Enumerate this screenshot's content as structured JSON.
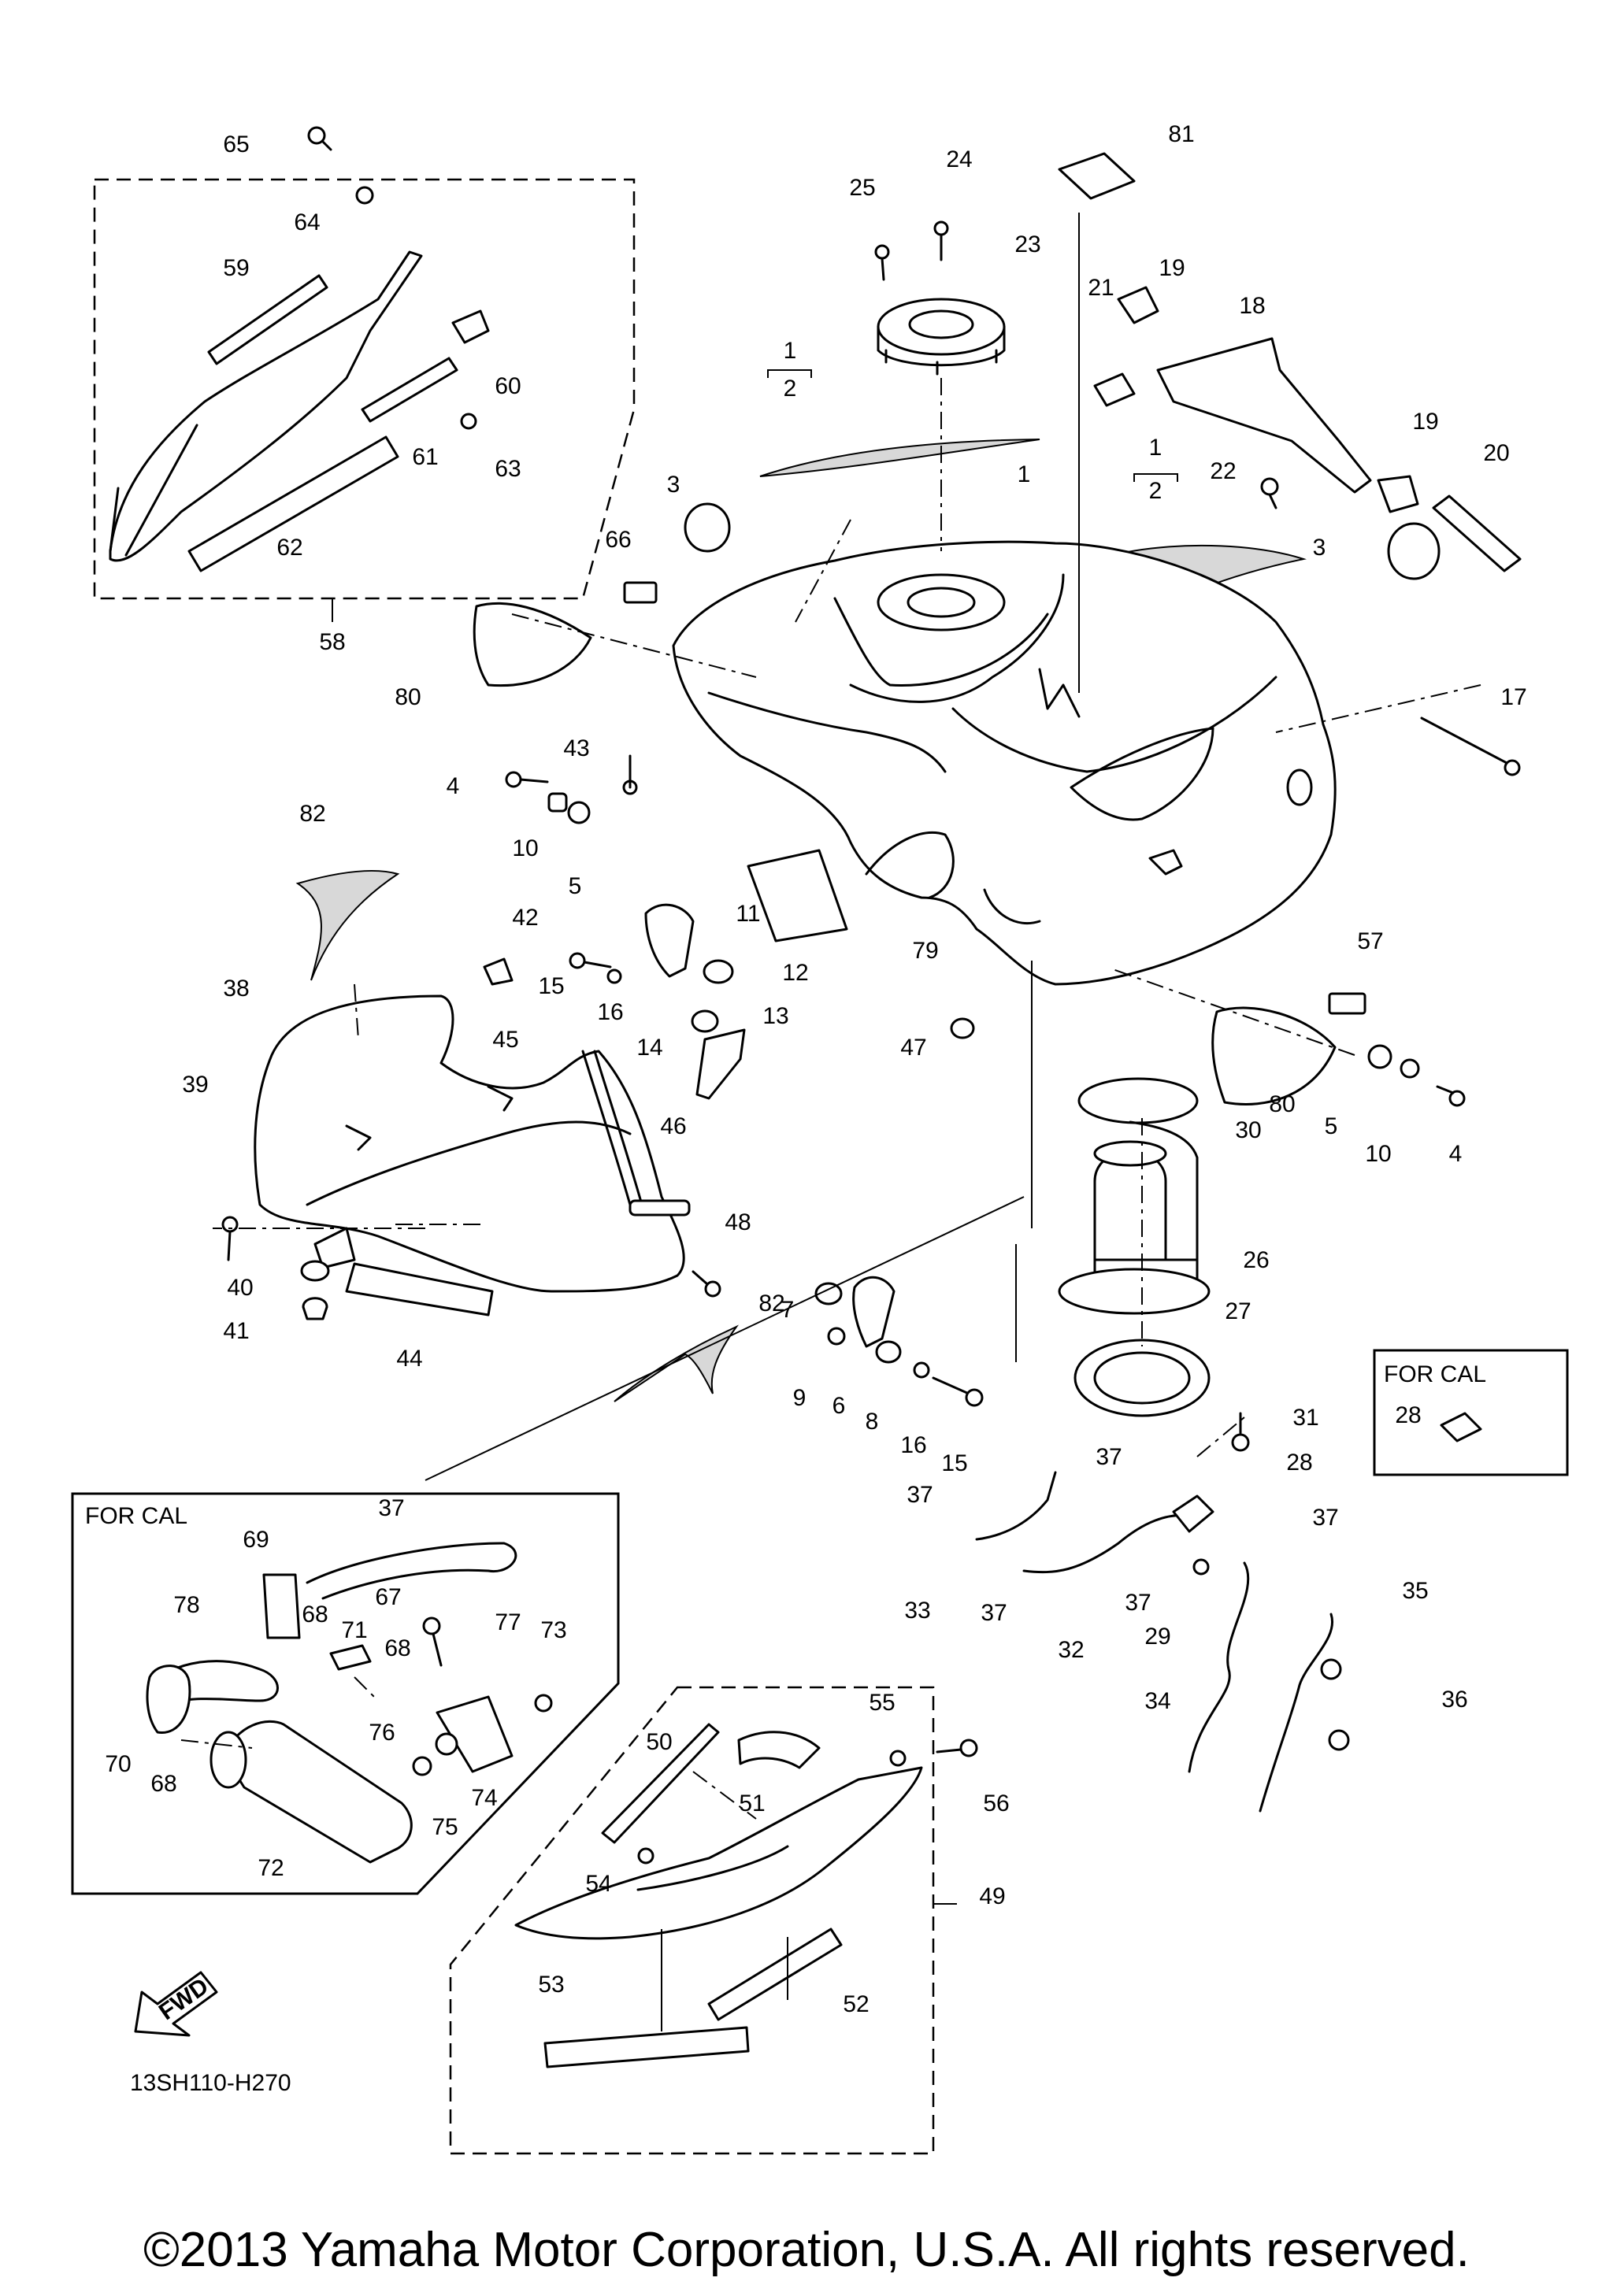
{
  "diagram": {
    "copyright": "©2013 Yamaha Motor Corporation, U.S.A. All rights reserved.",
    "drawing_code": "13SH110-H270",
    "fwd_label": "FWD",
    "for_cal_label": "FOR CAL",
    "callouts": [
      {
        "id": "c65",
        "label": "65"
      },
      {
        "id": "c64",
        "label": "64"
      },
      {
        "id": "c59",
        "label": "59"
      },
      {
        "id": "c60",
        "label": "60"
      },
      {
        "id": "c61",
        "label": "61"
      },
      {
        "id": "c63",
        "label": "63"
      },
      {
        "id": "c62",
        "label": "62"
      },
      {
        "id": "c58",
        "label": "58"
      },
      {
        "id": "c81",
        "label": "81"
      },
      {
        "id": "c25",
        "label": "25"
      },
      {
        "id": "c24",
        "label": "24"
      },
      {
        "id": "c23",
        "label": "23"
      },
      {
        "id": "c21",
        "label": "21"
      },
      {
        "id": "c19a",
        "label": "19"
      },
      {
        "id": "c18",
        "label": "18"
      },
      {
        "id": "c19b",
        "label": "19"
      },
      {
        "id": "c20",
        "label": "20"
      },
      {
        "id": "c22",
        "label": "22"
      },
      {
        "id": "c1a",
        "label": "1"
      },
      {
        "id": "c2a",
        "label": "2"
      },
      {
        "id": "c1b",
        "label": "1"
      },
      {
        "id": "c1c",
        "label": "1"
      },
      {
        "id": "c2b",
        "label": "2"
      },
      {
        "id": "c3a",
        "label": "3"
      },
      {
        "id": "c3b",
        "label": "3"
      },
      {
        "id": "c66",
        "label": "66"
      },
      {
        "id": "c80a",
        "label": "80"
      },
      {
        "id": "c17",
        "label": "17"
      },
      {
        "id": "c43",
        "label": "43"
      },
      {
        "id": "c4a",
        "label": "4"
      },
      {
        "id": "c10a",
        "label": "10"
      },
      {
        "id": "c5a",
        "label": "5"
      },
      {
        "id": "c82a",
        "label": "82"
      },
      {
        "id": "c42",
        "label": "42"
      },
      {
        "id": "c11",
        "label": "11"
      },
      {
        "id": "c12",
        "label": "12"
      },
      {
        "id": "c15a",
        "label": "15"
      },
      {
        "id": "c16a",
        "label": "16"
      },
      {
        "id": "c13",
        "label": "13"
      },
      {
        "id": "c14",
        "label": "14"
      },
      {
        "id": "c79",
        "label": "79"
      },
      {
        "id": "c57",
        "label": "57"
      },
      {
        "id": "c38",
        "label": "38"
      },
      {
        "id": "c45",
        "label": "45"
      },
      {
        "id": "c47",
        "label": "47"
      },
      {
        "id": "c39",
        "label": "39"
      },
      {
        "id": "c46",
        "label": "46"
      },
      {
        "id": "c30",
        "label": "30"
      },
      {
        "id": "c80b",
        "label": "80"
      },
      {
        "id": "c5b",
        "label": "5"
      },
      {
        "id": "c10b",
        "label": "10"
      },
      {
        "id": "c4b",
        "label": "4"
      },
      {
        "id": "c48",
        "label": "48"
      },
      {
        "id": "c26",
        "label": "26"
      },
      {
        "id": "c40",
        "label": "40"
      },
      {
        "id": "c41",
        "label": "41"
      },
      {
        "id": "c44",
        "label": "44"
      },
      {
        "id": "c82b",
        "label": "82"
      },
      {
        "id": "c7",
        "label": "7"
      },
      {
        "id": "c9",
        "label": "9"
      },
      {
        "id": "c6",
        "label": "6"
      },
      {
        "id": "c8",
        "label": "8"
      },
      {
        "id": "c16b",
        "label": "16"
      },
      {
        "id": "c15b",
        "label": "15"
      },
      {
        "id": "c27",
        "label": "27"
      },
      {
        "id": "c31",
        "label": "31"
      },
      {
        "id": "c28a",
        "label": "28"
      },
      {
        "id": "c28b",
        "label": "28"
      },
      {
        "id": "c37a",
        "label": "37"
      },
      {
        "id": "c37b",
        "label": "37"
      },
      {
        "id": "c37c",
        "label": "37"
      },
      {
        "id": "c37d",
        "label": "37"
      },
      {
        "id": "c37e",
        "label": "37"
      },
      {
        "id": "c37f",
        "label": "37"
      },
      {
        "id": "c33",
        "label": "33"
      },
      {
        "id": "c32",
        "label": "32"
      },
      {
        "id": "c29",
        "label": "29"
      },
      {
        "id": "c35",
        "label": "35"
      },
      {
        "id": "c34",
        "label": "34"
      },
      {
        "id": "c36",
        "label": "36"
      },
      {
        "id": "c69",
        "label": "69"
      },
      {
        "id": "c67",
        "label": "67"
      },
      {
        "id": "c78",
        "label": "78"
      },
      {
        "id": "c68a",
        "label": "68"
      },
      {
        "id": "c71",
        "label": "71"
      },
      {
        "id": "c68b",
        "label": "68"
      },
      {
        "id": "c77",
        "label": "77"
      },
      {
        "id": "c73",
        "label": "73"
      },
      {
        "id": "c70",
        "label": "70"
      },
      {
        "id": "c68c",
        "label": "68"
      },
      {
        "id": "c76",
        "label": "76"
      },
      {
        "id": "c74",
        "label": "74"
      },
      {
        "id": "c75",
        "label": "75"
      },
      {
        "id": "c72",
        "label": "72"
      },
      {
        "id": "c50",
        "label": "50"
      },
      {
        "id": "c55",
        "label": "55"
      },
      {
        "id": "c56",
        "label": "56"
      },
      {
        "id": "c51",
        "label": "51"
      },
      {
        "id": "c54",
        "label": "54"
      },
      {
        "id": "c49",
        "label": "49"
      },
      {
        "id": "c53",
        "label": "53"
      },
      {
        "id": "c52",
        "label": "52"
      }
    ]
  }
}
